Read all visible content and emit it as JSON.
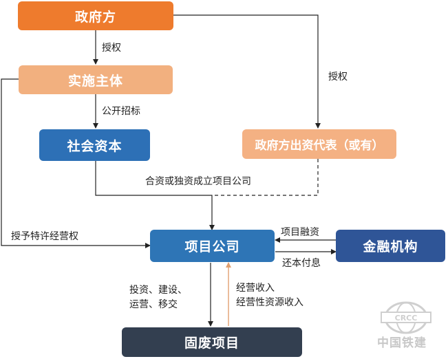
{
  "colors": {
    "gov": "#ee7b2d",
    "impl": "#f2b07f",
    "social": "#2d70b6",
    "govrep": "#f4b183",
    "project": "#2e75b6",
    "finance": "#2f5597",
    "waste": "#333f50",
    "line": "#222222",
    "up_arrow": "#e0a070"
  },
  "boxes": {
    "gov": "政府方",
    "impl": "实施主体",
    "social": "社会资本",
    "govrep": "政府方出资代表（或有）",
    "project": "项目公司",
    "finance": "金融机构",
    "waste": "固废项目"
  },
  "labels": {
    "auth1": "授权",
    "auth2": "授权",
    "bid": "公开招标",
    "establish": "合资或独资成立项目公司",
    "franchise": "授予特许经营权",
    "financing": "项目融资",
    "repay": "还本付息",
    "invest_line1": "投资、建设、",
    "invest_line2": "运营、移交",
    "income_line1": "经营收入",
    "income_line2": "经营性资源收入"
  },
  "watermark": {
    "text": "中国铁建"
  }
}
